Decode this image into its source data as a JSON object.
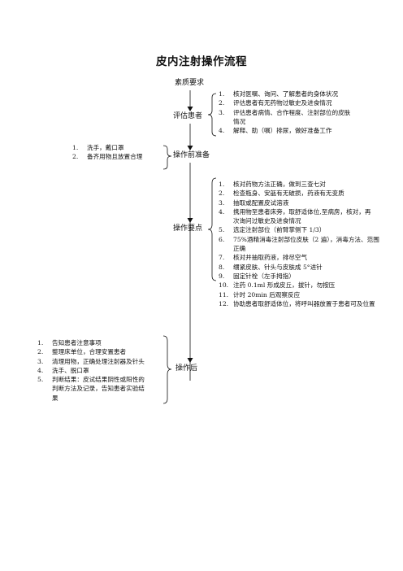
{
  "title": "皮内注射操作流程",
  "steps": {
    "quality": "素质要求",
    "assess": "评估患者",
    "prep": "操作前准备",
    "main": "操作要点",
    "after": "操作后"
  },
  "assess_items": [
    {
      "num": "1.",
      "text": "核对医嘱、询问、了解患者的身体状况"
    },
    {
      "num": "2.",
      "text": "评估患者有无药物过敏史及进食情况"
    },
    {
      "num": "3.",
      "text": "评估患者病情、合作程度、注射部位的皮肤"
    },
    {
      "num": "",
      "text": "情况"
    },
    {
      "num": "4.",
      "text": "解释、助（嘱）排尿，做好准备工作"
    }
  ],
  "prep_items": [
    {
      "num": "1.",
      "text": "洗手，戴口罩"
    },
    {
      "num": "2.",
      "text": "备齐用物且放置合理"
    }
  ],
  "main_items": [
    {
      "num": "1.",
      "text": "核对药物方法正确，做到三查七对"
    },
    {
      "num": "2.",
      "text": "检查瓶身、安瓿有无破损，药液有无变质"
    },
    {
      "num": "3.",
      "text": "抽取或配置皮试溶液"
    },
    {
      "num": "4.",
      "text": "携用物至患者床旁，取舒适体位,至病房，核对，再"
    },
    {
      "num": "",
      "text": "次询问过敏史及进食情况"
    },
    {
      "num": "5.",
      "text": "选定注射部位（前臂掌侧下 1/3）"
    },
    {
      "num": "6.",
      "text": "75%酒精消毒注射部位皮肤（2 遍），消毒方法、范围",
      "bold": true
    },
    {
      "num": "",
      "text": "正确"
    },
    {
      "num": "7.",
      "text": "核对并抽取药液，排尽空气"
    },
    {
      "num": "8.",
      "text": "绷紧皮肤、针头与皮肤成 5°进针"
    },
    {
      "num": "9.",
      "text": "固定针栓（左手拇指）"
    },
    {
      "num": "10.",
      "text": "注药 0.1ml 形成皮丘，拔针，勿按压"
    },
    {
      "num": "11.",
      "text": "计时 20min 后观察反应"
    },
    {
      "num": "12.",
      "text": "协助患者取舒适体位，将呼叫器放置于患者可及位置"
    }
  ],
  "after_items": [
    {
      "num": "1.",
      "text": "告知患者注意事项"
    },
    {
      "num": "2.",
      "text": "整理床单位，合理安置患者"
    },
    {
      "num": "3.",
      "text": "清理用物，正确处理注射器及针头"
    },
    {
      "num": "4.",
      "text": "洗手、脱口罩"
    },
    {
      "num": "5.",
      "text": "判断结果：皮试结果阴性或阳性的"
    },
    {
      "num": "",
      "text": "判断方法及记录，告知患者实验结"
    },
    {
      "num": "",
      "text": "果"
    }
  ]
}
